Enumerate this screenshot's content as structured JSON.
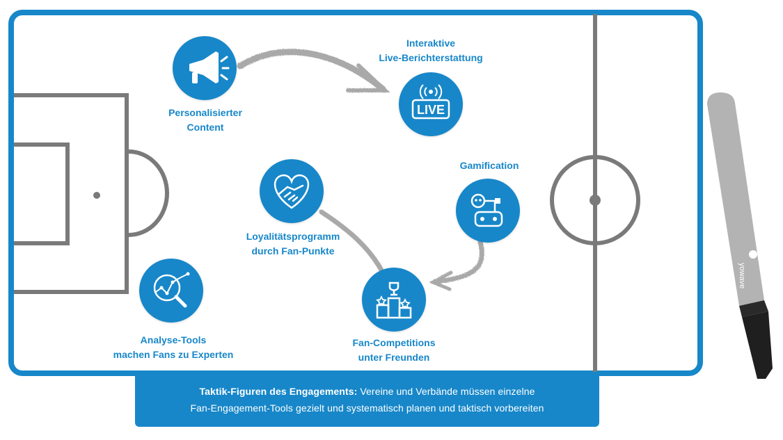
{
  "nodes": [
    {
      "id": "personalisierter-content",
      "icon": "megaphone-icon",
      "label_lines": [
        "Personalisierter",
        "Content"
      ]
    },
    {
      "id": "live-berichterstattung",
      "icon": "live-broadcast-icon",
      "label_lines": [
        "Interaktive",
        "Live-Berichterstattung"
      ]
    },
    {
      "id": "loyalitaetsprogramm",
      "icon": "handshake-heart-icon",
      "label_lines": [
        "Loyalitätsprogramm",
        "durch Fan-Punkte"
      ]
    },
    {
      "id": "gamification",
      "icon": "game-controller-icon",
      "label_lines": [
        "Gamification"
      ]
    },
    {
      "id": "fan-competitions",
      "icon": "podium-trophy-icon",
      "label_lines": [
        "Fan-Competitions",
        "unter Freunden"
      ]
    },
    {
      "id": "analyse-tools",
      "icon": "analytics-magnifier-icon",
      "label_lines": [
        "Analyse-Tools",
        "machen Fans zu Experten"
      ]
    }
  ],
  "live_badge_text": "LIVE",
  "caption": {
    "bold": "Taktik-Figuren des Engagements:",
    "text_line1": "Vereine und Verbände müssen einzelne",
    "text_line2": "Fan-Engagement-Tools gezielt und systematisch planen und taktisch vorbereiten"
  },
  "marker_brand": "yowave",
  "colors": {
    "accent": "#1787c9",
    "pitch_lines": "#7a7a7a",
    "chalk_arrows": "#a9a9a9",
    "marker_body": "#b3b3b3",
    "marker_tip": "#1f1f1f"
  }
}
